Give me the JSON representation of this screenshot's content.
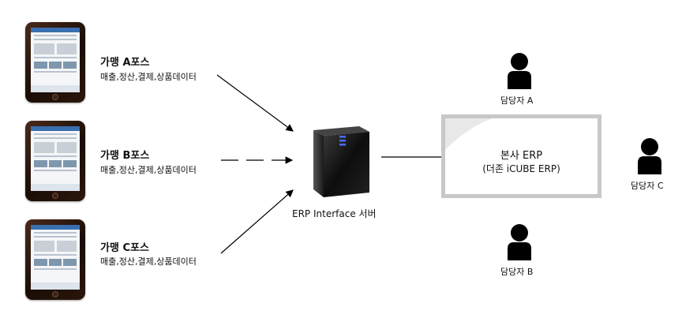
{
  "pos_terminals": [
    {
      "title": "가맹 A포스",
      "subtitle": "매출,정산,결제,상품데이터"
    },
    {
      "title": "가맹 B포스",
      "subtitle": "매출,정산,결제,상품데이터"
    },
    {
      "title": "가맹 C포스",
      "subtitle": "매출,정산,결제,상품데이터"
    }
  ],
  "server": {
    "label": "ERP Interface 서버"
  },
  "erp": {
    "title": "본사 ERP",
    "subtitle": "(더존 iCUBE ERP)"
  },
  "people": [
    {
      "label": "담당자 A"
    },
    {
      "label": "담당자 B"
    },
    {
      "label": "담당자 C"
    }
  ],
  "colors": {
    "tablet_body": "#2b160b",
    "screen_header": "#3a6fb0",
    "erp_border": "#c8c8c8",
    "person": "#000000",
    "server_led": "#4a6cff"
  },
  "icons": [
    "tablet-icon",
    "server-icon",
    "person-icon"
  ]
}
